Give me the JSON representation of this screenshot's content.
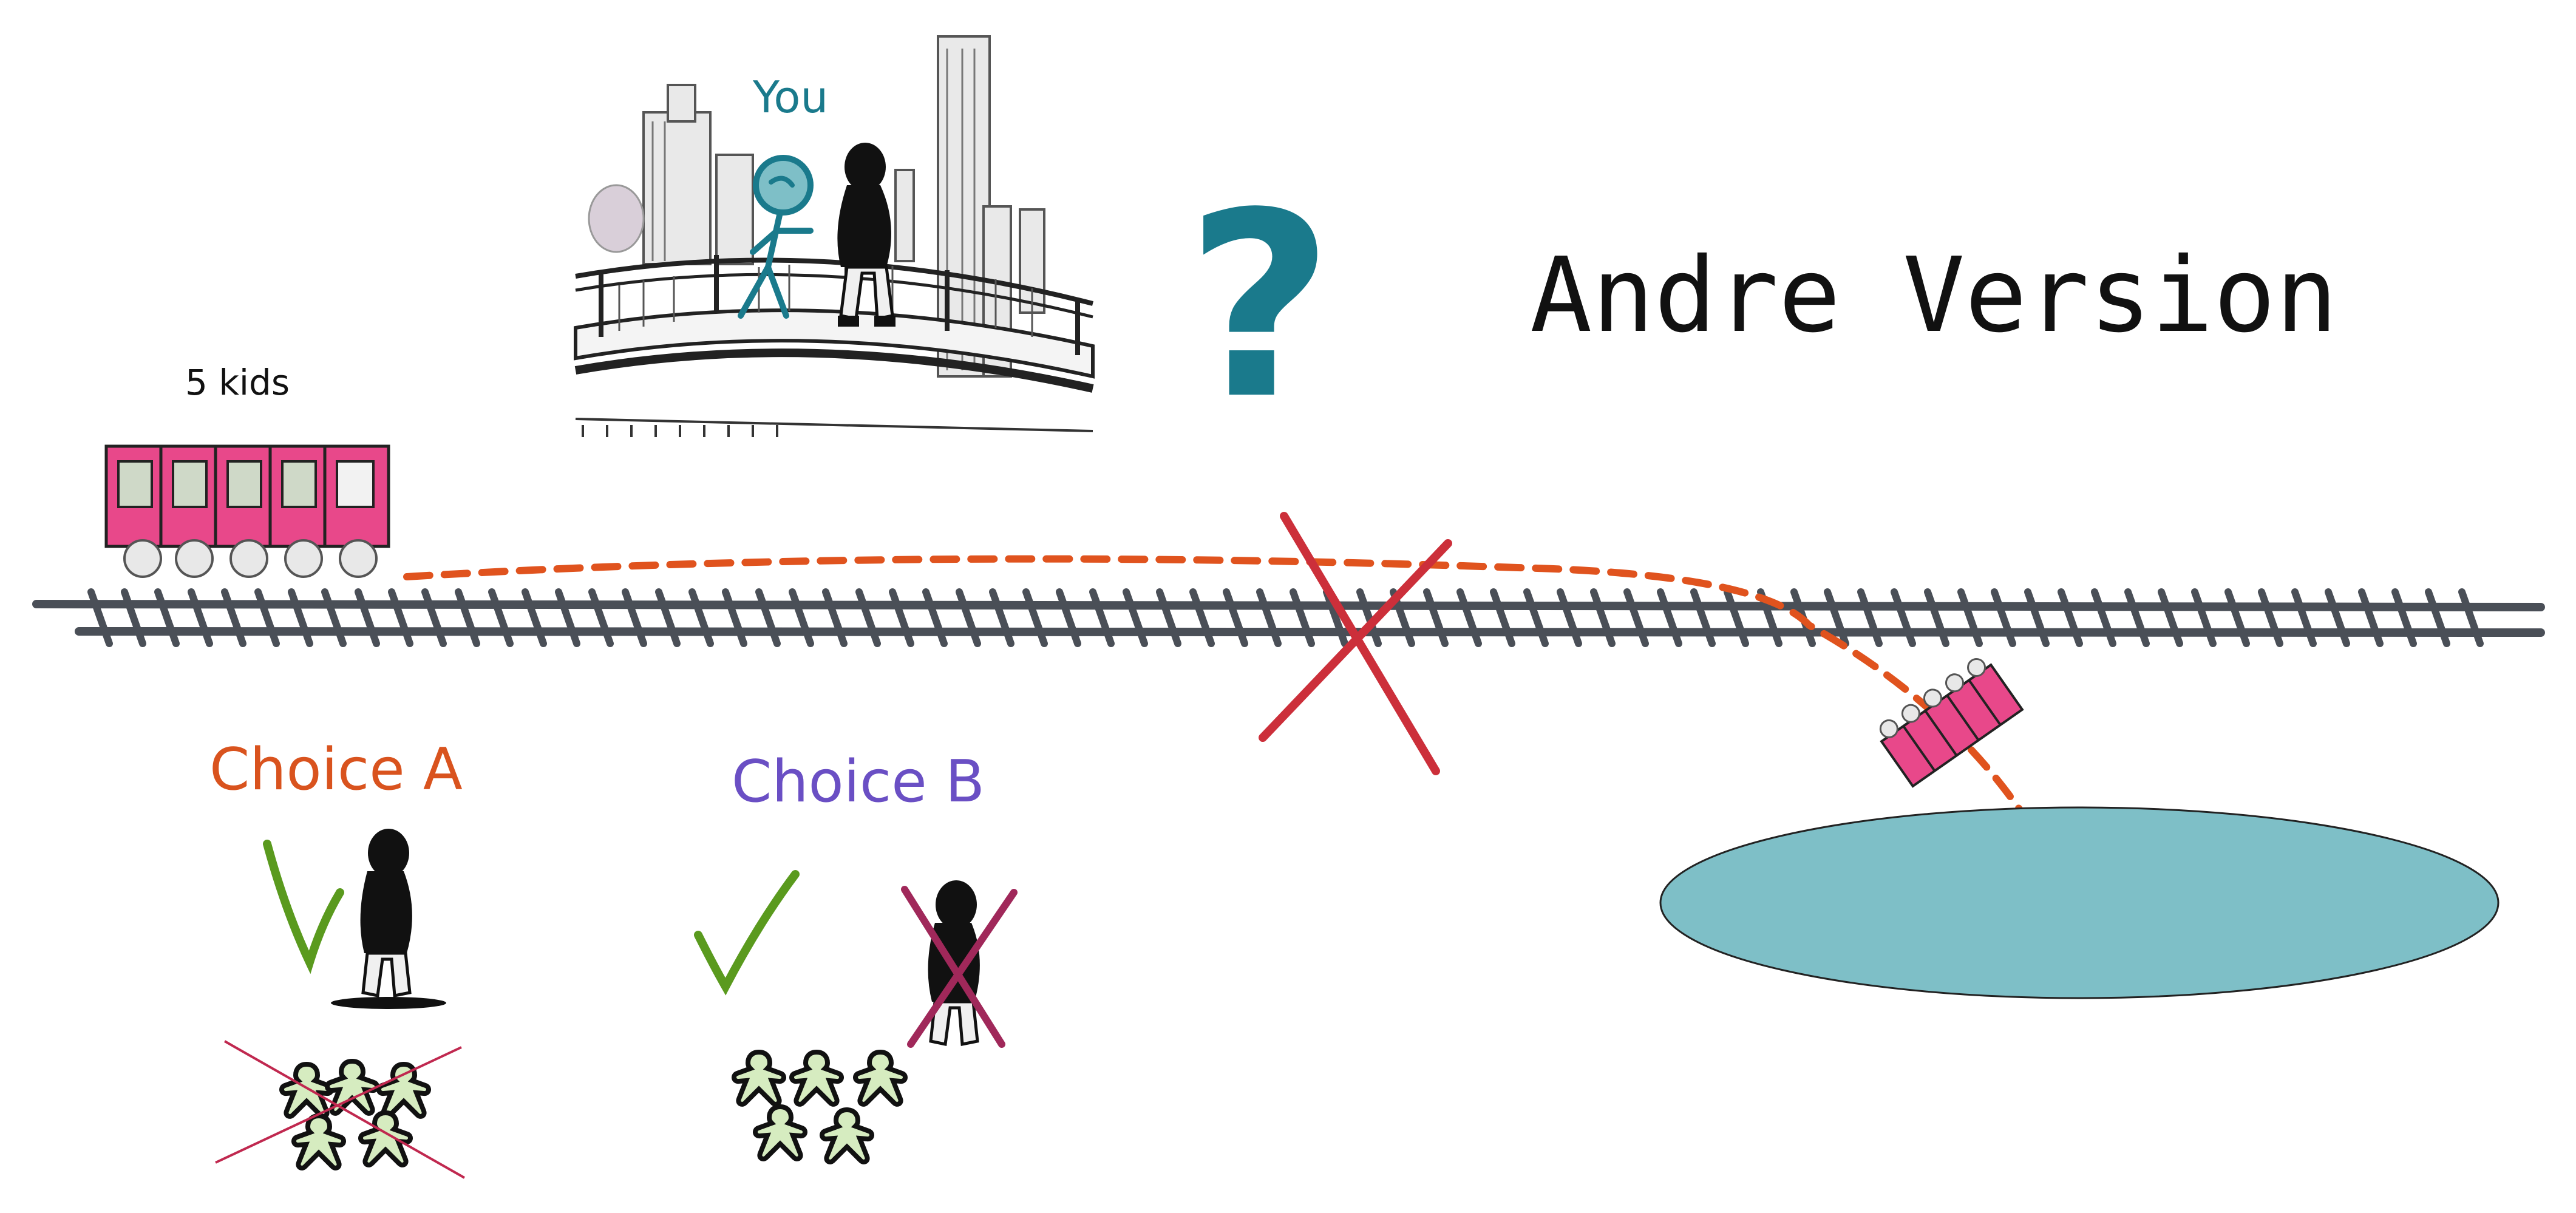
{
  "title": "Andre Version",
  "question_mark": "?",
  "you_label": "You",
  "trolley_label": "5 kids",
  "choices": [
    {
      "label": "Choice A",
      "color": "#d9531e"
    },
    {
      "label": "Choice B",
      "color": "#6a4fc4"
    }
  ],
  "colors": {
    "track": "#4a4f57",
    "trolley": "#e8488a",
    "path": "#e0531e",
    "cross": "#cc2f3a",
    "check": "#5a9a1e",
    "lake": "#7ebfc7",
    "you": "#1a7a8c",
    "strike_b": "#a0285a"
  },
  "icons": [
    "bridge-scene",
    "stick-figure-you",
    "large-man-figure",
    "trolley-icon",
    "kid-meeple-icon",
    "check-icon",
    "cross-icon",
    "lake-shape"
  ]
}
